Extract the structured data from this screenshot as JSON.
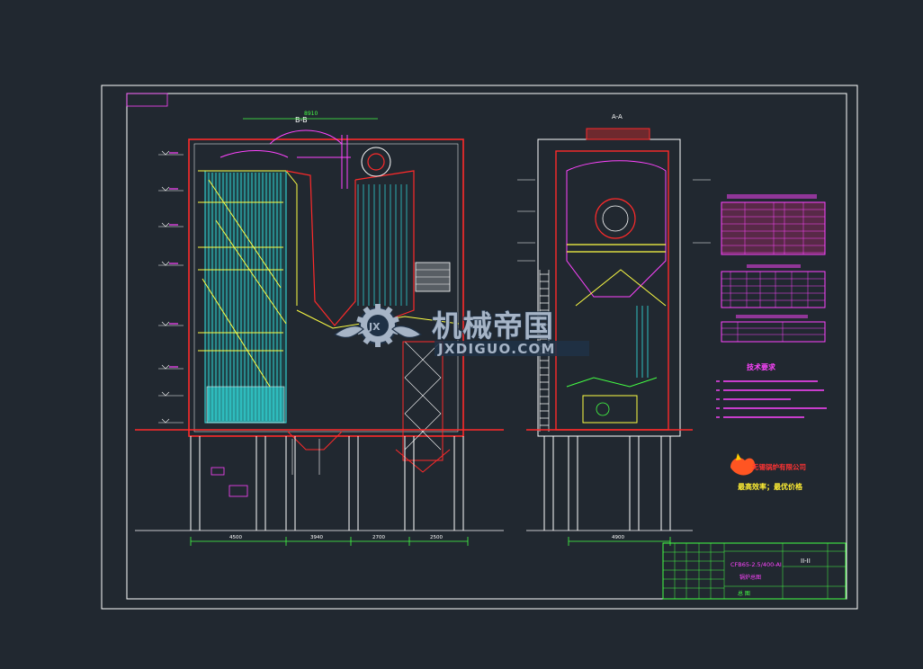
{
  "colors": {
    "background": "#212830",
    "frame": "#ffffff",
    "steel": "#ff2a2a",
    "tubes": "#33e6e6",
    "structure": "#ffff44",
    "dimension": "#44ff44",
    "label": "#ff44ff",
    "watermark": "#a6b4c6",
    "watermark_dark": "#1f3146"
  },
  "drawing": {
    "section_left_label": "B-B",
    "section_right_label": "A-A",
    "dims_bottom_left": [
      "4500",
      "3940",
      "2700",
      "2500"
    ],
    "dim_bottom_right": "4900",
    "dim_top_left": "8910"
  },
  "tables": {
    "notes_title": "技术要求",
    "notes_count": 5
  },
  "watermark": {
    "title": "机械帝国",
    "subtitle": "JXDIGUO.COM",
    "logo_letters": "JX"
  },
  "company": {
    "name": "无锡锅炉有限公司",
    "slogan": "最高效率；最优价格"
  },
  "title_block": {
    "model": "CFB65-2.5/400-AI",
    "drawing_name": "锅炉总图",
    "sheet": "II-II",
    "weight_label": "总 图"
  }
}
